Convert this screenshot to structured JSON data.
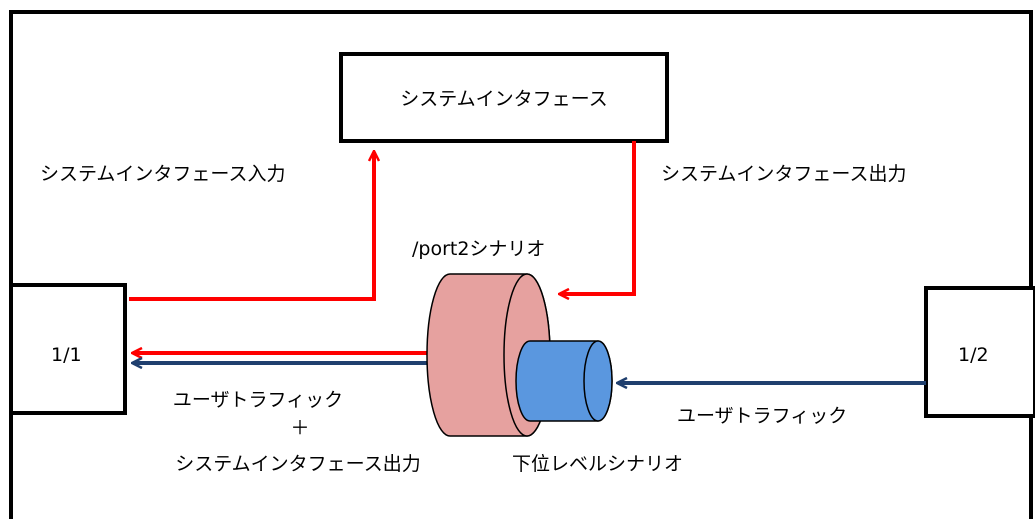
{
  "diagram": {
    "system_interface_box": "システムインタフェース",
    "system_interface_input": "システムインタフェース入力",
    "system_interface_output": "システムインタフェース出力",
    "port_scenario": "/port2シナリオ",
    "port_1_1": "1/1",
    "port_1_2": "1/2",
    "user_traffic_right": "ユーザトラフィック",
    "combined_line1": "ユーザトラフィック",
    "combined_plus": "＋",
    "combined_line2": "システムインタフェース出力",
    "lower_scenario": "下位レベルシナリオ"
  },
  "colors": {
    "red_path": "#ff0000",
    "navy_path": "#1f3f6e",
    "outer_cylinder_fill": "#e6a19f",
    "inner_cylinder_fill": "#5a97df"
  }
}
